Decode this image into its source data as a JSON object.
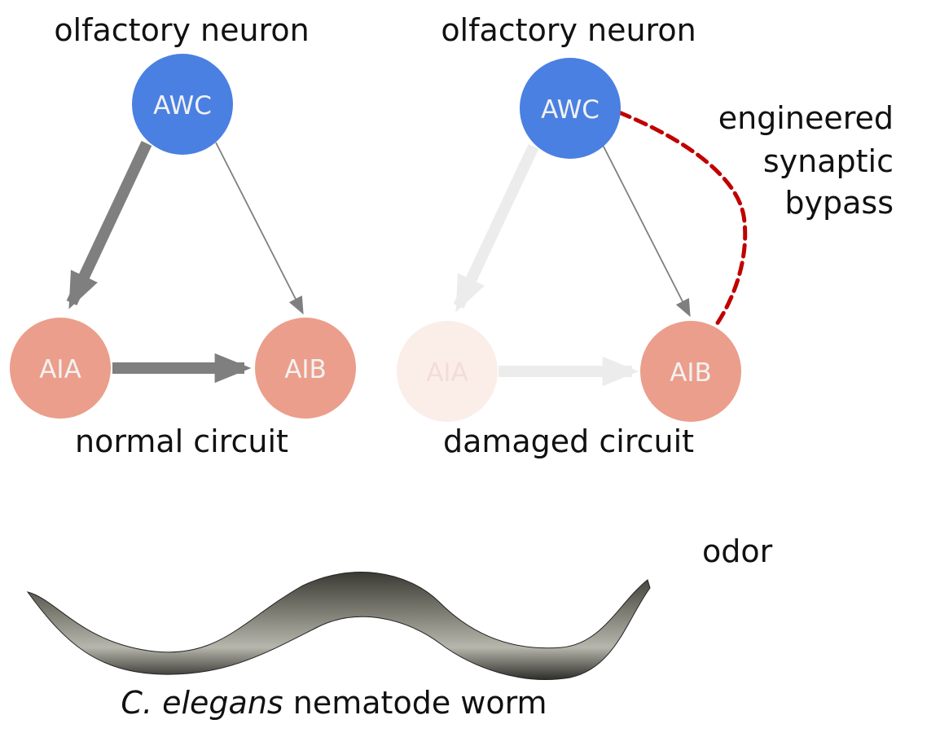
{
  "colors": {
    "awc": "#4a80e2",
    "aia_aib": "#eb9e8b",
    "aia_faded": "#fbeee9",
    "arrow": "#7f7f7f",
    "arrow_faded": "#ececec",
    "bypass": "#c00000",
    "node_text": "#f2f2f2",
    "node_text_faded": "#f3ddd6"
  },
  "left": {
    "top_label": "olfactory neuron",
    "bottom_label": "normal circuit",
    "awc": "AWC",
    "aia": "AIA",
    "aib": "AIB"
  },
  "right": {
    "top_label": "olfactory neuron",
    "bottom_label": "damaged circuit",
    "awc": "AWC",
    "aia": "AIA",
    "aib": "AIB",
    "bypass_lines": [
      "engineered",
      "synaptic",
      "bypass"
    ]
  },
  "odor_label": "odor",
  "caption": {
    "species": "C. elegans",
    "rest": " nematode worm"
  }
}
